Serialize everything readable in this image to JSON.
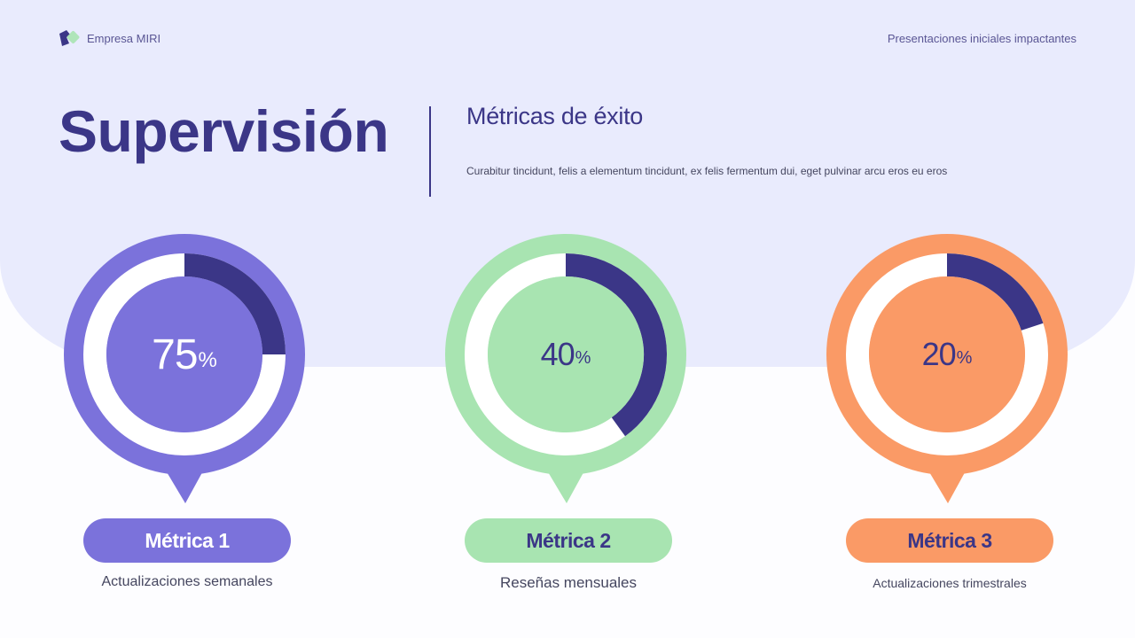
{
  "header": {
    "brand_name": "Empresa MIRI",
    "brand_logo_icon": "two-tone-diamond-logo",
    "tagline": "Presentaciones iniciales impactantes"
  },
  "hero": {
    "title": "Supervisión",
    "subtitle": "Métricas de éxito",
    "description": "Curabitur tincidunt, felis a elementum tincidunt, ex felis fermentum dui, eget pulvinar arcu eros eu eros"
  },
  "colors": {
    "background_band": "#e9ebfd",
    "navy": "#3b3687",
    "purple": "#7b72db",
    "green": "#a8e4b1",
    "orange": "#fa9a66",
    "white_ring": "#ffffff"
  },
  "metrics": [
    {
      "value": "75",
      "unit": "%",
      "label": "Métrica 1",
      "caption": "Actualizaciones semanales",
      "color": "#7b72db",
      "text_color": "#ffffff",
      "arc_fraction_drawn": 0.25
    },
    {
      "value": "40",
      "unit": "%",
      "label": "Métrica 2",
      "caption": "Reseñas mensuales",
      "color": "#a8e4b1",
      "text_color": "#3b3687",
      "arc_fraction_drawn": 0.4
    },
    {
      "value": "20",
      "unit": "%",
      "label": "Métrica 3",
      "caption": "Actualizaciones trimestrales",
      "color": "#fa9a66",
      "text_color": "#3b3687",
      "arc_fraction_drawn": 0.2
    }
  ],
  "chart_data": {
    "type": "pie",
    "subtype": "donut-gauges",
    "title": "Métricas de éxito",
    "categories": [
      "Métrica 1",
      "Métrica 2",
      "Métrica 3"
    ],
    "values": [
      75,
      40,
      20
    ],
    "labels": [
      "75%",
      "40%",
      "20%"
    ],
    "descriptions": [
      "Actualizaciones semanales",
      "Reseñas mensuales",
      "Actualizaciones trimestrales"
    ],
    "unit": "%",
    "ylim": [
      0,
      100
    ],
    "legend": "none"
  }
}
